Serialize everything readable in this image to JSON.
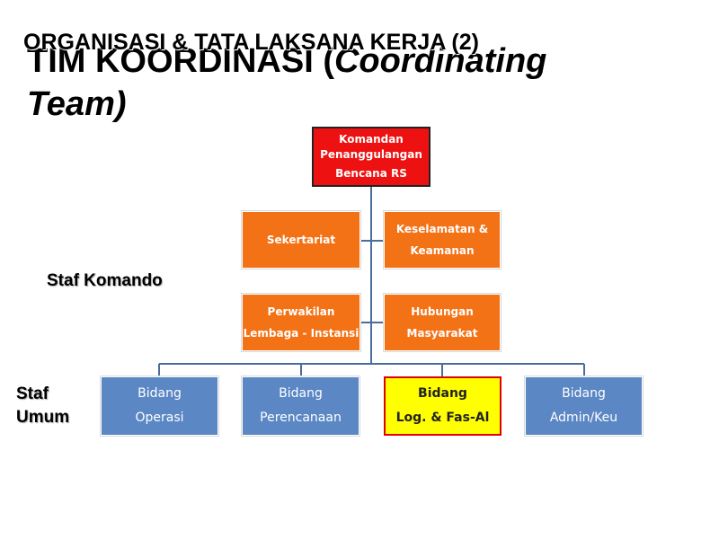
{
  "slide": {
    "title_main_1": "TIM KOORDINASI (",
    "title_main_en": "Coordinating",
    "title_main_2": "Team)",
    "title_over": "ORGANISASI & TATA LAKSANA KERJA (2)"
  },
  "labels": {
    "staf_komando": "Staf Komando",
    "staf_umum_1": "Staf",
    "staf_umum_2": "Umum"
  },
  "chart": {
    "commander": [
      "Komandan",
      "Penanggulangan",
      "Bencana  RS"
    ],
    "command_staff": [
      [
        "Sekertariat"
      ],
      [
        "Keselamatan &",
        "Keamanan"
      ],
      [
        "Perwakilan",
        "Lembaga - Instansi"
      ],
      [
        "Hubungan",
        "Masyarakat"
      ]
    ],
    "general_staff": [
      [
        "Bidang",
        "Operasi"
      ],
      [
        "Bidang",
        "Perencanaan"
      ],
      [
        "Bidang",
        "Log. & Fas-Al"
      ],
      [
        "Bidang",
        "Admin/Keu"
      ]
    ],
    "colors": {
      "commander": "#ee1111",
      "command_staff": "#f47216",
      "general_staff": "#5b87c5",
      "highlight": "#ffff00",
      "connector": "#4a6d9c"
    }
  }
}
